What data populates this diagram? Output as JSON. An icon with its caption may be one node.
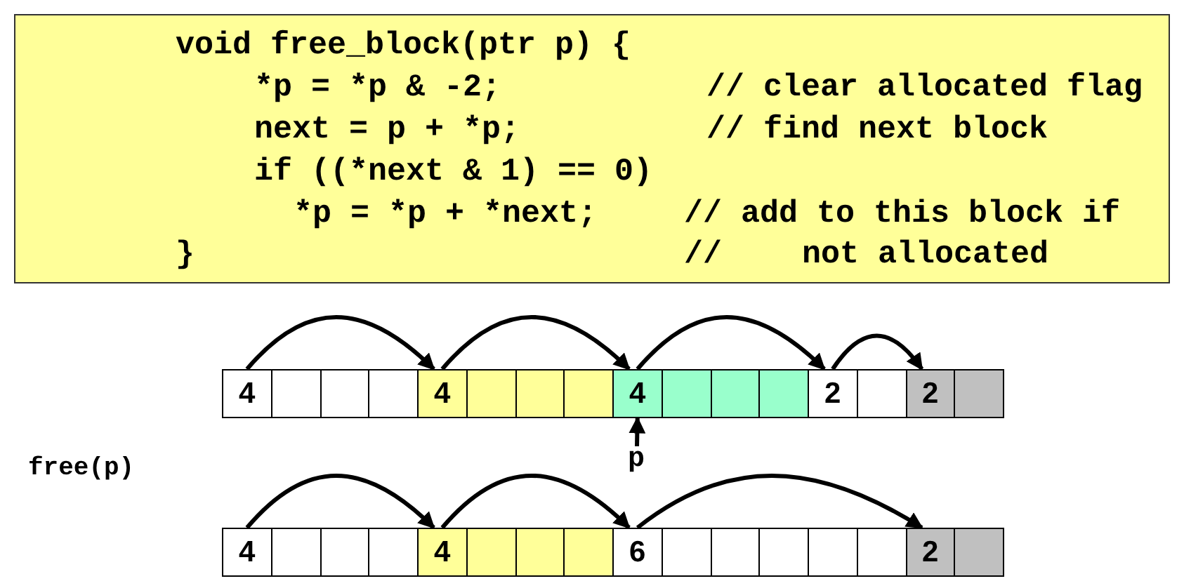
{
  "diagram": {
    "nodes": [
      {
        "text": [
          "void free_block(ptr p) {",
          "*p = *p & -2;",
          "// clear allocated flag",
          "next = p + *p;",
          "// find next block",
          "if ((*next & 1) == 0)",
          "*p = *p + *next;",
          "// add to this block if",
          "}",
          "//",
          "not allocated"
        ]
      },
      {
        "text": [
          "4"
        ]
      },
      {
        "text": [],
        "shape": "box"
      },
      {
        "text": [],
        "shape": "box"
      },
      {
        "text": [],
        "shape": "box"
      },
      {
        "text": [
          "4"
        ]
      },
      {
        "text": [],
        "shape": "box"
      },
      {
        "text": [],
        "shape": "box"
      },
      {
        "text": [],
        "shape": "box"
      },
      {
        "text": [
          "4"
        ]
      },
      {
        "text": [],
        "shape": "box"
      },
      {
        "text": [],
        "shape": "box"
      },
      {
        "text": [],
        "shape": "box"
      },
      {
        "text": [
          "2"
        ]
      },
      {
        "text": [],
        "shape": "box"
      },
      {
        "text": [
          "2"
        ]
      },
      {
        "text": [],
        "shape": "box"
      },
      {
        "text": [
          "p"
        ]
      },
      {
        "text": [
          "4"
        ]
      },
      {
        "text": [],
        "shape": "box"
      },
      {
        "text": [],
        "shape": "box"
      },
      {
        "text": [],
        "shape": "box"
      },
      {
        "text": [
          "4"
        ]
      },
      {
        "text": [],
        "shape": "box"
      },
      {
        "text": [],
        "shape": "box"
      },
      {
        "text": [],
        "shape": "box"
      },
      {
        "text": [
          "6"
        ]
      },
      {
        "text": [],
        "shape": "box"
      },
      {
        "text": [],
        "shape": "box"
      },
      {
        "text": [],
        "shape": "box"
      },
      {
        "text": [],
        "shape": "box"
      },
      {
        "text": [],
        "shape": "box"
      },
      {
        "text": [
          "2"
        ]
      },
      {
        "text": [],
        "shape": "box"
      }
    ],
    "edges": [
      {
        "from": 1,
        "to": 5,
        "arrow": "to"
      },
      {
        "from": 5,
        "to": 9,
        "arrow": "to"
      },
      {
        "from": 9,
        "to": 13,
        "arrow": "to"
      },
      {
        "from": 13,
        "to": 15,
        "arrow": "to"
      },
      {
        "from": 17,
        "to": 9,
        "arrow": "to"
      },
      {
        "from": 18,
        "to": 22,
        "arrow": "to"
      },
      {
        "from": 22,
        "to": 26,
        "arrow": "to"
      },
      {
        "from": 26,
        "to": 32,
        "arrow": "to"
      }
    ],
    "labels": [
      "free(p)"
    ]
  }
}
